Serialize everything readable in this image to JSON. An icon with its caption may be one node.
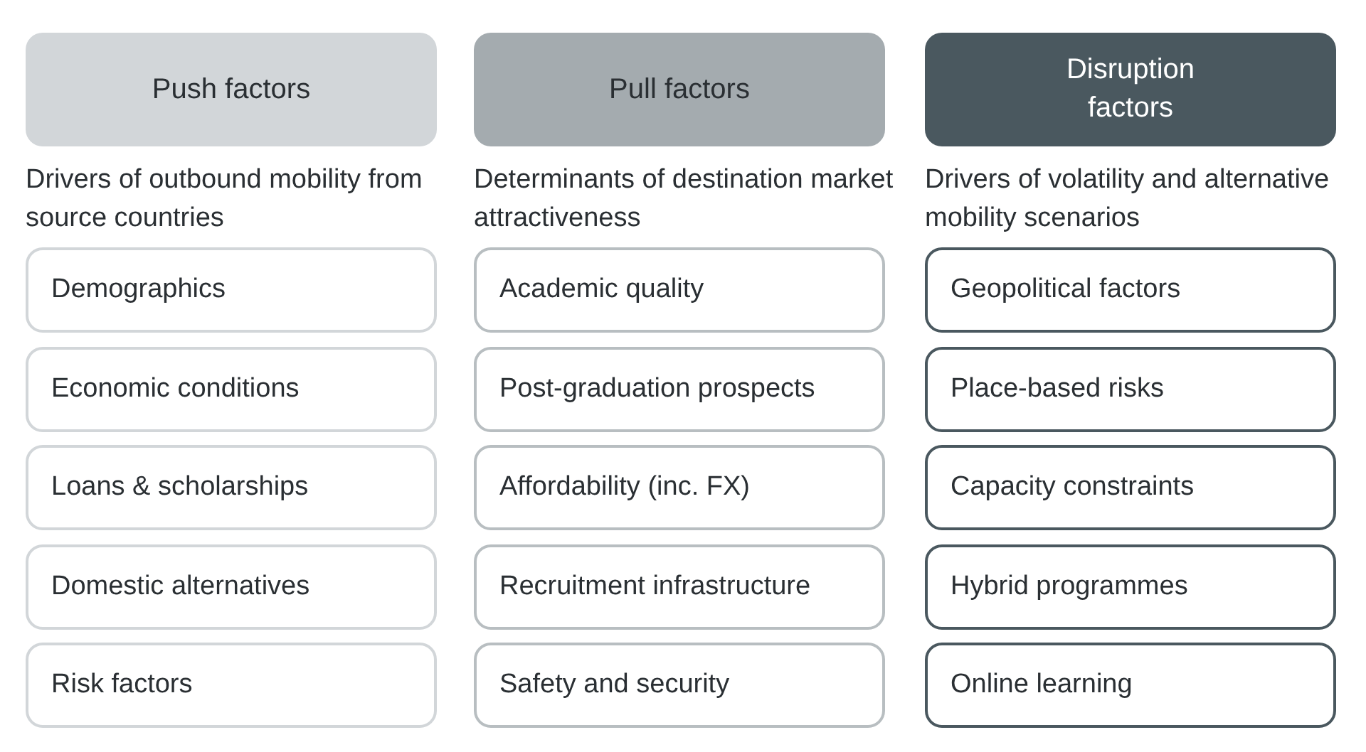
{
  "diagram": {
    "nodes": [
      {
        "text": [
          "Push factors"
        ],
        "beside": [
          "Drivers of outbound mobility from source countries"
        ]
      },
      {
        "text": [
          "Demographics"
        ]
      },
      {
        "text": [
          "Economic conditions"
        ]
      },
      {
        "text": [
          "Loans & scholarships"
        ]
      },
      {
        "text": [
          "Domestic alternatives"
        ]
      },
      {
        "text": [
          "Risk factors"
        ]
      },
      {
        "text": [
          "Pull factors"
        ],
        "beside": [
          "Determinants of destination market attractiveness"
        ]
      },
      {
        "text": [
          "Academic quality"
        ]
      },
      {
        "text": [
          "Post-graduation prospects"
        ]
      },
      {
        "text": [
          "Affordability (inc. FX)"
        ]
      },
      {
        "text": [
          "Recruitment infrastructure"
        ]
      },
      {
        "text": [
          "Safety and security"
        ]
      },
      {
        "text": [
          "Disruption factors"
        ],
        "beside": [
          "Drivers of volatility and alternative mobility scenarios"
        ]
      },
      {
        "text": [
          "Geopolitical factors"
        ]
      },
      {
        "text": [
          "Place-based risks"
        ]
      },
      {
        "text": [
          "Capacity constraints"
        ]
      },
      {
        "text": [
          "Hybrid programmes"
        ]
      },
      {
        "text": [
          "Online learning"
        ]
      }
    ]
  }
}
